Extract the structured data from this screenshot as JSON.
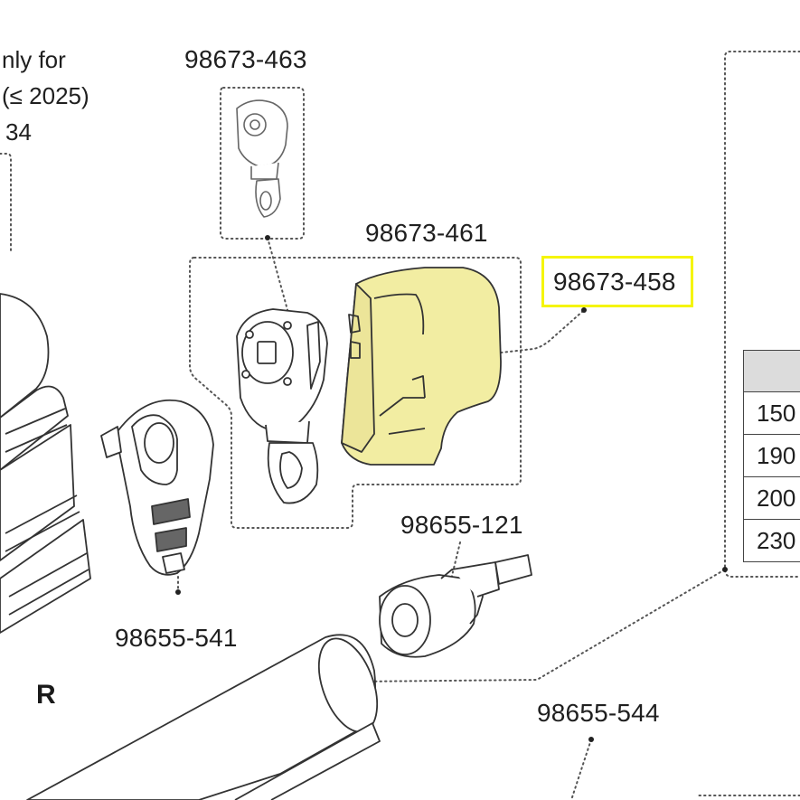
{
  "note": {
    "line1": "nly for",
    "line2": "(≤ 2025)",
    "line3": "34"
  },
  "parts": {
    "p463": "98673-463",
    "p461": "98673-461",
    "p458": "98673-458",
    "p121": "98655-121",
    "p541": "98655-541",
    "p544": "98655-544"
  },
  "side_label": "R",
  "table": {
    "rows": [
      "150",
      "190",
      "200",
      "230"
    ]
  },
  "colors": {
    "highlight": "#f5f500",
    "part_fill": "#f2eda2",
    "line": "#333333"
  }
}
